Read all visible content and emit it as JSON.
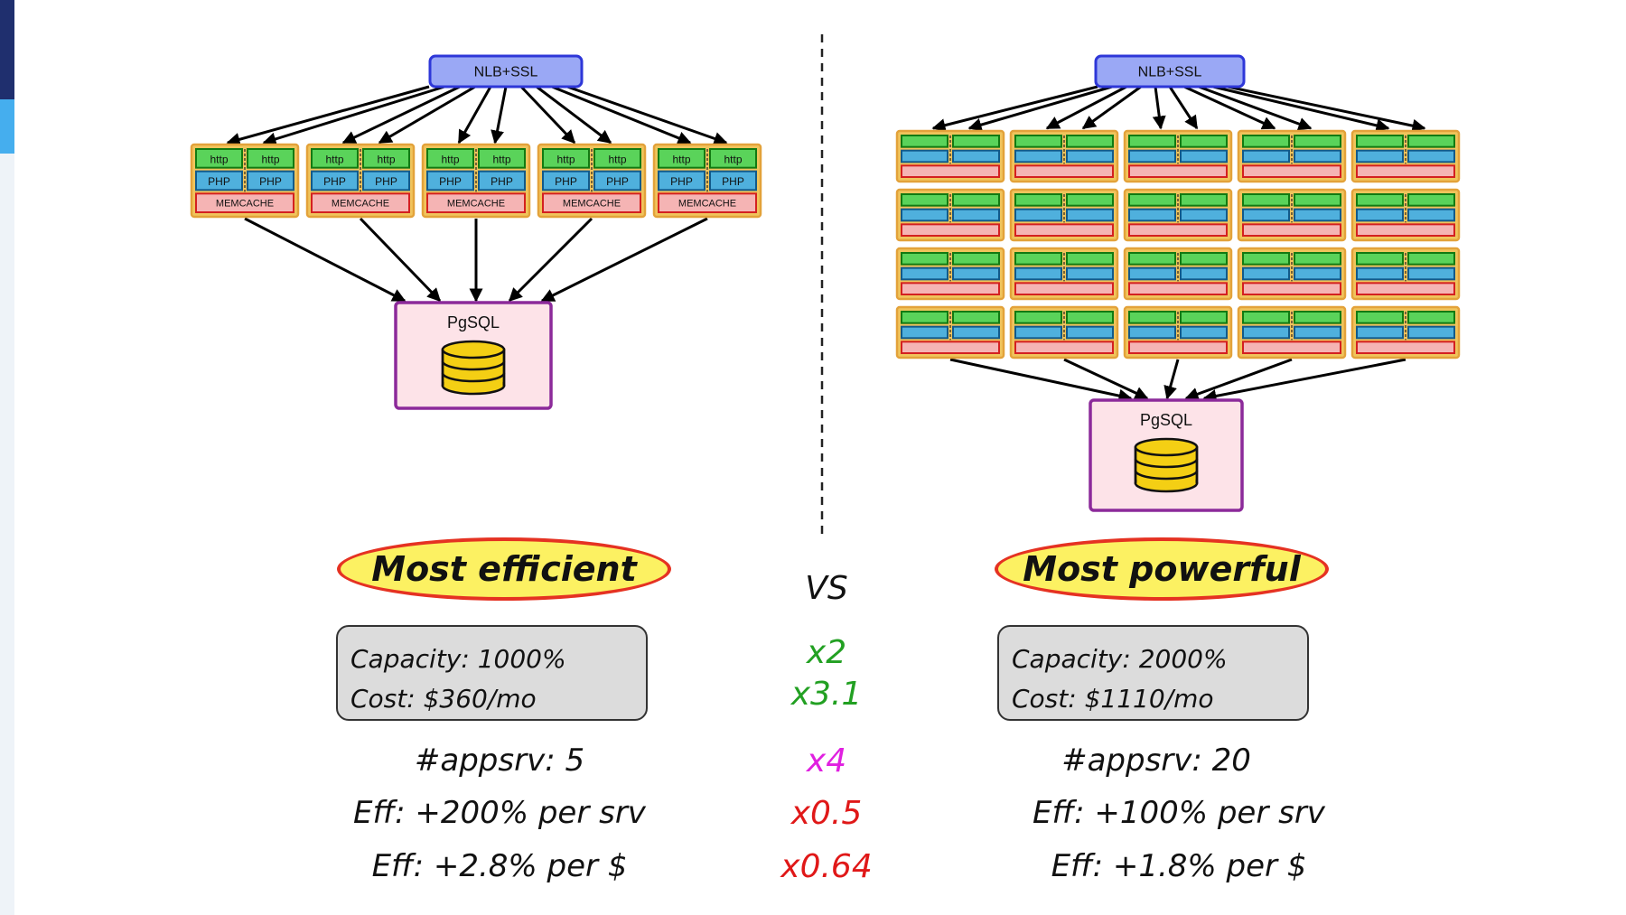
{
  "left": {
    "lb_label": "NLB+SSL",
    "server_labels": {
      "http": "http",
      "php": "PHP",
      "memcache": "MEMCACHE"
    },
    "db_label": "PgSQL",
    "oval": "Most efficient",
    "capacity": "Capacity: 1000%",
    "cost": "Cost: $360/mo",
    "appsrv": "#appsrv: 5",
    "eff_srv": "Eff: +200% per srv",
    "eff_dollar": "Eff: +2.8% per $"
  },
  "right": {
    "lb_label": "NLB+SSL",
    "db_label": "PgSQL",
    "oval": "Most powerful",
    "capacity": "Capacity: 2000%",
    "cost": "Cost: $1110/mo",
    "appsrv": "#appsrv: 20",
    "eff_srv": "Eff: +100% per srv",
    "eff_dollar": "Eff: +1.8% per $"
  },
  "comparison": {
    "vs": "VS",
    "capacity_ratio": "x2",
    "cost_ratio": "x3.1",
    "appsrv_ratio": "x4",
    "eff_srv_ratio": "x0.5",
    "eff_dollar_ratio": "x0.64"
  },
  "colors": {
    "lb_fill": "#9aa8f5",
    "lb_stroke": "#2e37d8",
    "server_fill": "#f0c45c",
    "server_stroke": "#e3a23a",
    "http_fill": "#5ad35a",
    "http_stroke": "#127a12",
    "php_fill": "#4fb0dd",
    "php_stroke": "#125a8a",
    "mem_fill": "#f5b4b4",
    "mem_stroke": "#d42020",
    "db_fill": "#fde3e8",
    "db_stroke": "#8c2a9a",
    "cylinder": "#f4cf14",
    "ratio_good": "#22a022",
    "ratio_count": "#e020e0",
    "ratio_bad": "#e01818"
  }
}
